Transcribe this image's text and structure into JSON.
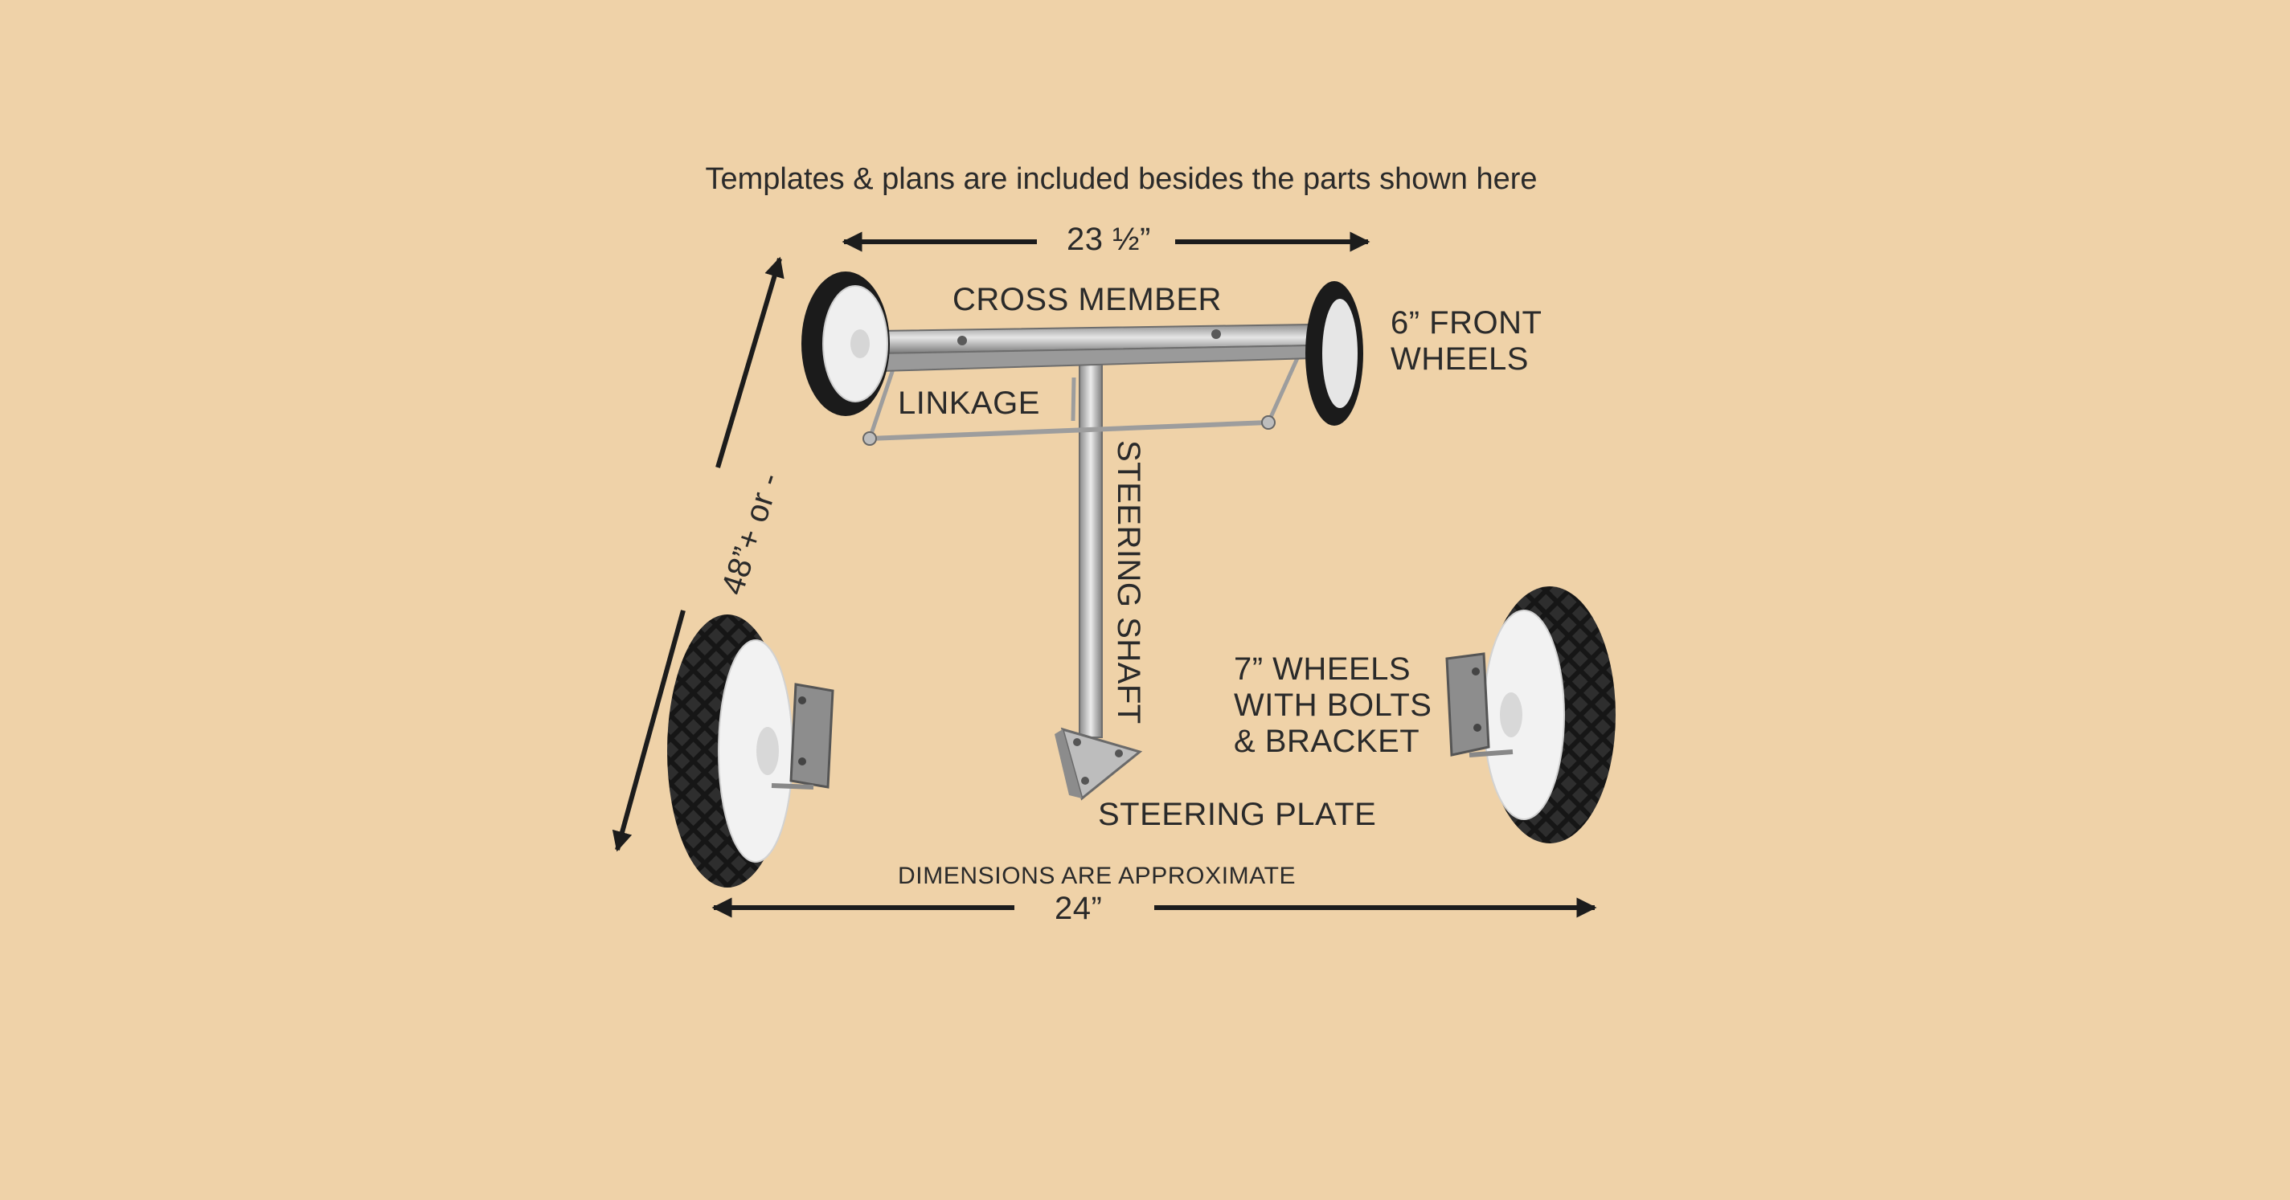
{
  "header": {
    "note": "Templates & plans are included besides the parts shown here"
  },
  "dimensions": {
    "top_width": "23 ½”",
    "side_length": "48”+ or -",
    "bottom_width": "24”",
    "approx_note": "DIMENSIONS ARE APPROXIMATE"
  },
  "parts": {
    "cross_member": "CROSS MEMBER",
    "front_wheels": "6” FRONT\nWHEELS",
    "linkage": "LINKAGE",
    "steering_shaft": "STEERING SHAFT",
    "rear_wheels": "7” WHEELS\nWITH BOLTS\n& BRACKET",
    "steering_plate": "STEERING PLATE"
  },
  "colors": {
    "background": "#efd2a8",
    "text": "#2a2a2a",
    "tire": "#1b1b1b",
    "hub": "#eeeeee",
    "metal": "#b9b9b9"
  }
}
